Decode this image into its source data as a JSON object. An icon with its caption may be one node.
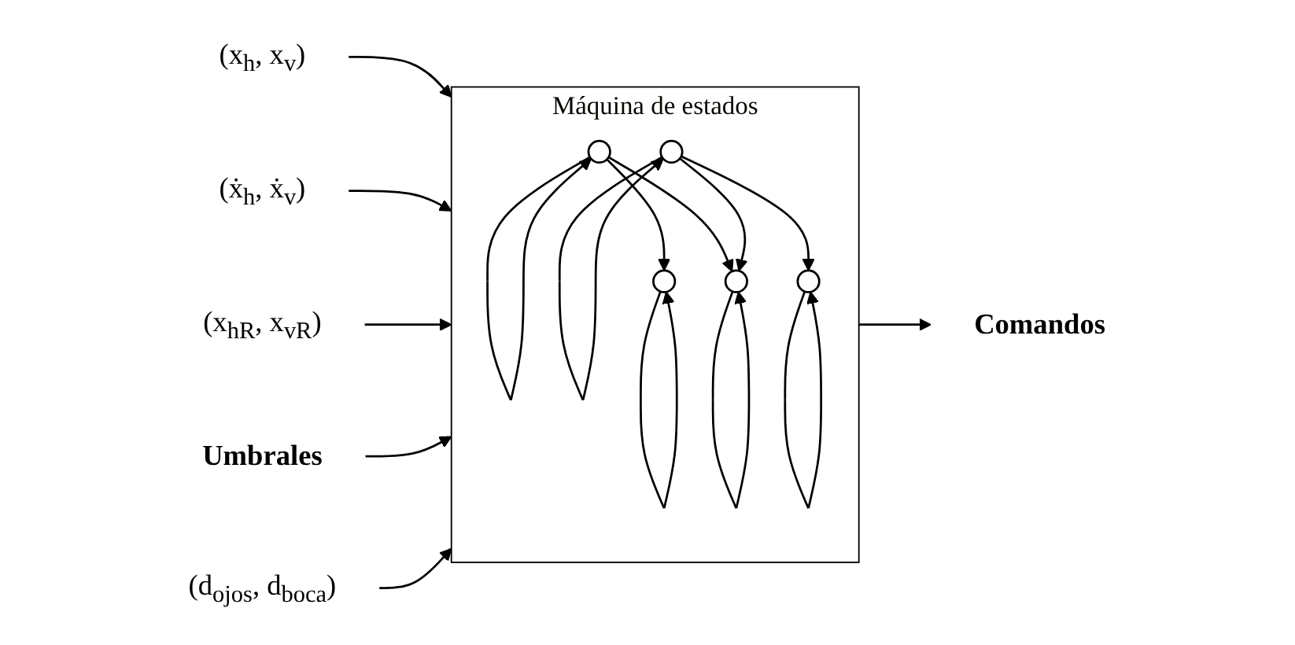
{
  "diagram": {
    "nodes": [
      {
        "text": [
          "(x$_{h}$, x$_{v}$)"
        ]
      },
      {
        "text": [
          "(ẋ$_{h}$, ẋ$_{v}$)"
        ]
      },
      {
        "text": [
          "(x$_{hR}$, x$_{vR}$)"
        ]
      },
      {
        "text": [
          "Umbrales"
        ]
      },
      {
        "text": [
          "(d$_{ojos}$, d$_{boca}$)"
        ]
      },
      {
        "text": [
          "Máquina de estados"
        ]
      },
      {
        "text": [],
        "shape": "circle",
        "in": 5
      },
      {
        "text": [],
        "shape": "circle",
        "in": 5
      },
      {
        "text": [],
        "shape": "circle",
        "in": 5
      },
      {
        "text": [],
        "shape": "circle",
        "in": 5
      },
      {
        "text": [],
        "shape": "circle",
        "in": 5
      },
      {
        "text": [
          "Comandos"
        ]
      }
    ],
    "edges": [
      {
        "from": 0,
        "to": 5,
        "arrow": "to"
      },
      {
        "from": 1,
        "to": 5,
        "arrow": "to"
      },
      {
        "from": 2,
        "to": 5,
        "arrow": "to"
      },
      {
        "from": 3,
        "to": 5,
        "arrow": "to"
      },
      {
        "from": 4,
        "to": 5,
        "arrow": "to"
      },
      {
        "from": 6,
        "to": 6,
        "arrow": "to"
      },
      {
        "from": 7,
        "to": 7,
        "arrow": "to"
      },
      {
        "from": 6,
        "to": 8,
        "arrow": "to"
      },
      {
        "from": 6,
        "to": 9,
        "arrow": "to"
      },
      {
        "from": 7,
        "to": 9,
        "arrow": "to"
      },
      {
        "from": 7,
        "to": 10,
        "arrow": "to"
      },
      {
        "from": 8,
        "to": 8,
        "arrow": "to"
      },
      {
        "from": 9,
        "to": 9,
        "arrow": "to"
      },
      {
        "from": 10,
        "to": 10,
        "arrow": "to"
      },
      {
        "from": 5,
        "to": 11,
        "arrow": "to"
      }
    ]
  }
}
